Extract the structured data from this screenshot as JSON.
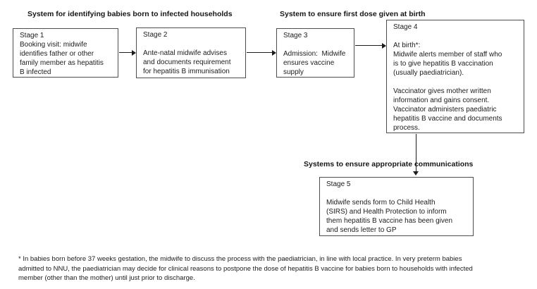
{
  "diagram": {
    "headings": {
      "identifying": "System for identifying babies born to infected households",
      "first_dose": "System to ensure first dose given at birth",
      "communications": "Systems to ensure appropriate communications"
    },
    "stages": [
      {
        "title": "Stage 1",
        "body": "Booking visit: midwife\nidentifies father or other\nfamily member as hepatitis\nB infected"
      },
      {
        "title": "Stage 2",
        "body": "\nAnte-natal midwife advises\nand documents requirement\nfor hepatitis B immunisation"
      },
      {
        "title": "Stage 3",
        "body": "\nAdmission:  Midwife\nensures vaccine\nsupply"
      },
      {
        "title": "Stage 4",
        "body": "\nAt birth*:\nMidwife alerts member of staff who\nis to give hepatitis B vaccination\n(usually paediatrician).\n\nVaccinator gives mother written\ninformation and gains consent.\nVaccinator administers paediatric\nhepatitis B vaccine and documents\nprocess."
      },
      {
        "title": "Stage 5",
        "body": "\nMidwife sends form to Child Health\n(SIRS) and Health Protection to inform\nthem hepatitis B vaccine has been given\nand sends letter to GP"
      }
    ],
    "footnote": "* In babies born before 37 weeks gestation, the midwife to discuss the process with the paediatrician, in line with local practice. In very preterm babies\nadmitted to NNU, the paediatrician may decide for clinical reasons to postpone the dose of hepatitis B vaccine for babies born to households with infected\nmember (other than the mother) until just prior to discharge.",
    "colors": {
      "background": "#ffffff",
      "box_border": "#4d4d4d",
      "text": "#1c1c1c",
      "arrow": "#1c1c1c"
    }
  }
}
